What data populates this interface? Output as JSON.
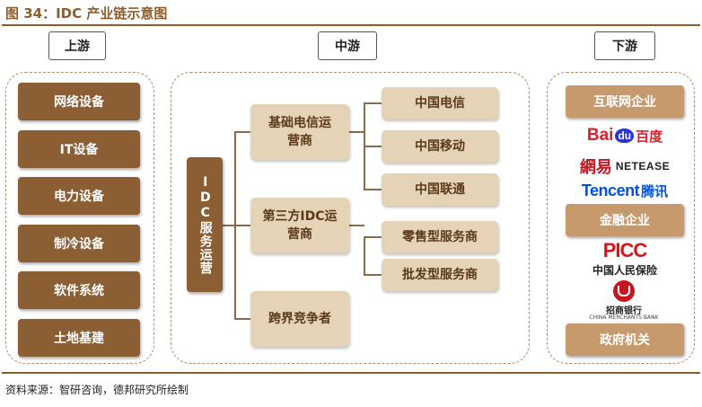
{
  "title": "图 34：IDC 产业链示意图",
  "headers": {
    "upstream": "上游",
    "midstream": "中游",
    "downstream": "下游"
  },
  "upstream": [
    "网络设备",
    "IT设备",
    "电力设备",
    "制冷设备",
    "软件系统",
    "土地基建"
  ],
  "midstream": {
    "core": "IDC服务运营",
    "groups": [
      {
        "label": "基础电信运营商",
        "children": [
          "中国电信",
          "中国移动",
          "中国联通"
        ]
      },
      {
        "label": "第三方IDC运营商",
        "children": [
          "零售型服务商",
          "批发型服务商"
        ]
      },
      {
        "label": "跨界竞争者",
        "children": []
      }
    ]
  },
  "downstream": {
    "internet_label": "互联网企业",
    "logos": {
      "baidu_a": "Bai",
      "baidu_b": "du",
      "baidu_c": "百度",
      "netease_cn": "網易",
      "netease_en": "NETEASE",
      "tencent_en": "Tencent",
      "tencent_cn": "腾讯",
      "picc_en": "PICC",
      "picc_cn": "中国人民保险",
      "cmb_cn": "招商银行",
      "cmb_en": "CHINA MERCHANTS BANK"
    },
    "finance_label": "金融企业",
    "gov_label": "政府机关"
  },
  "source": "资料来源：智研咨询，德邦研究所绘制",
  "colors": {
    "brand": "#8b5e2b",
    "dark_box": "#8b5e34",
    "light_box": "#e4d3b6",
    "baidu_red": "#de1e2b",
    "baidu_blue": "#2932e1",
    "tencent_blue": "#0052d9"
  }
}
